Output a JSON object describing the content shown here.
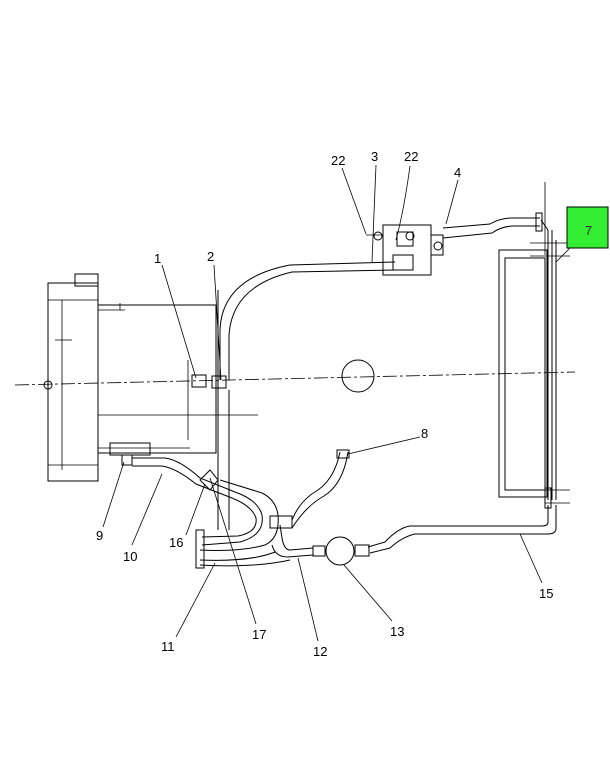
{
  "labels": {
    "l1": "1",
    "l2": "2",
    "l3": "3",
    "l4": "4",
    "l7": "7",
    "l8": "8",
    "l9": "9",
    "l10": "10",
    "l11": "11",
    "l12": "12",
    "l13": "13",
    "l15": "15",
    "l16": "16",
    "l17": "17",
    "l22a": "22",
    "l22b": "22"
  },
  "colors": {
    "highlight": "#33ee33",
    "line": "#000000",
    "background": "#ffffff"
  }
}
